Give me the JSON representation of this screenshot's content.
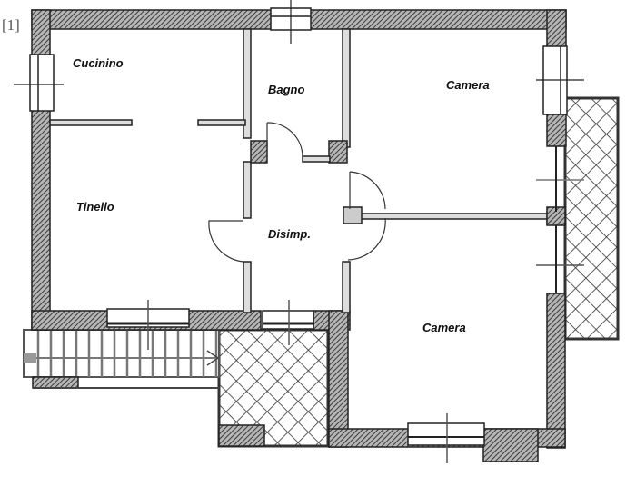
{
  "reference": "[1]",
  "plan": {
    "type": "floor-plan",
    "rooms": [
      {
        "id": "cucinino",
        "label": "Cucinino"
      },
      {
        "id": "bagno",
        "label": "Bagno"
      },
      {
        "id": "camera-top",
        "label": "Camera"
      },
      {
        "id": "tinello",
        "label": "Tinello"
      },
      {
        "id": "disimpegno",
        "label": "Disimp."
      },
      {
        "id": "camera-bottom",
        "label": "Camera"
      }
    ],
    "colors": {
      "wall_fill": "#8a8a8a",
      "wall_stroke": "#222222",
      "line": "#333333",
      "background": "#ffffff"
    }
  }
}
